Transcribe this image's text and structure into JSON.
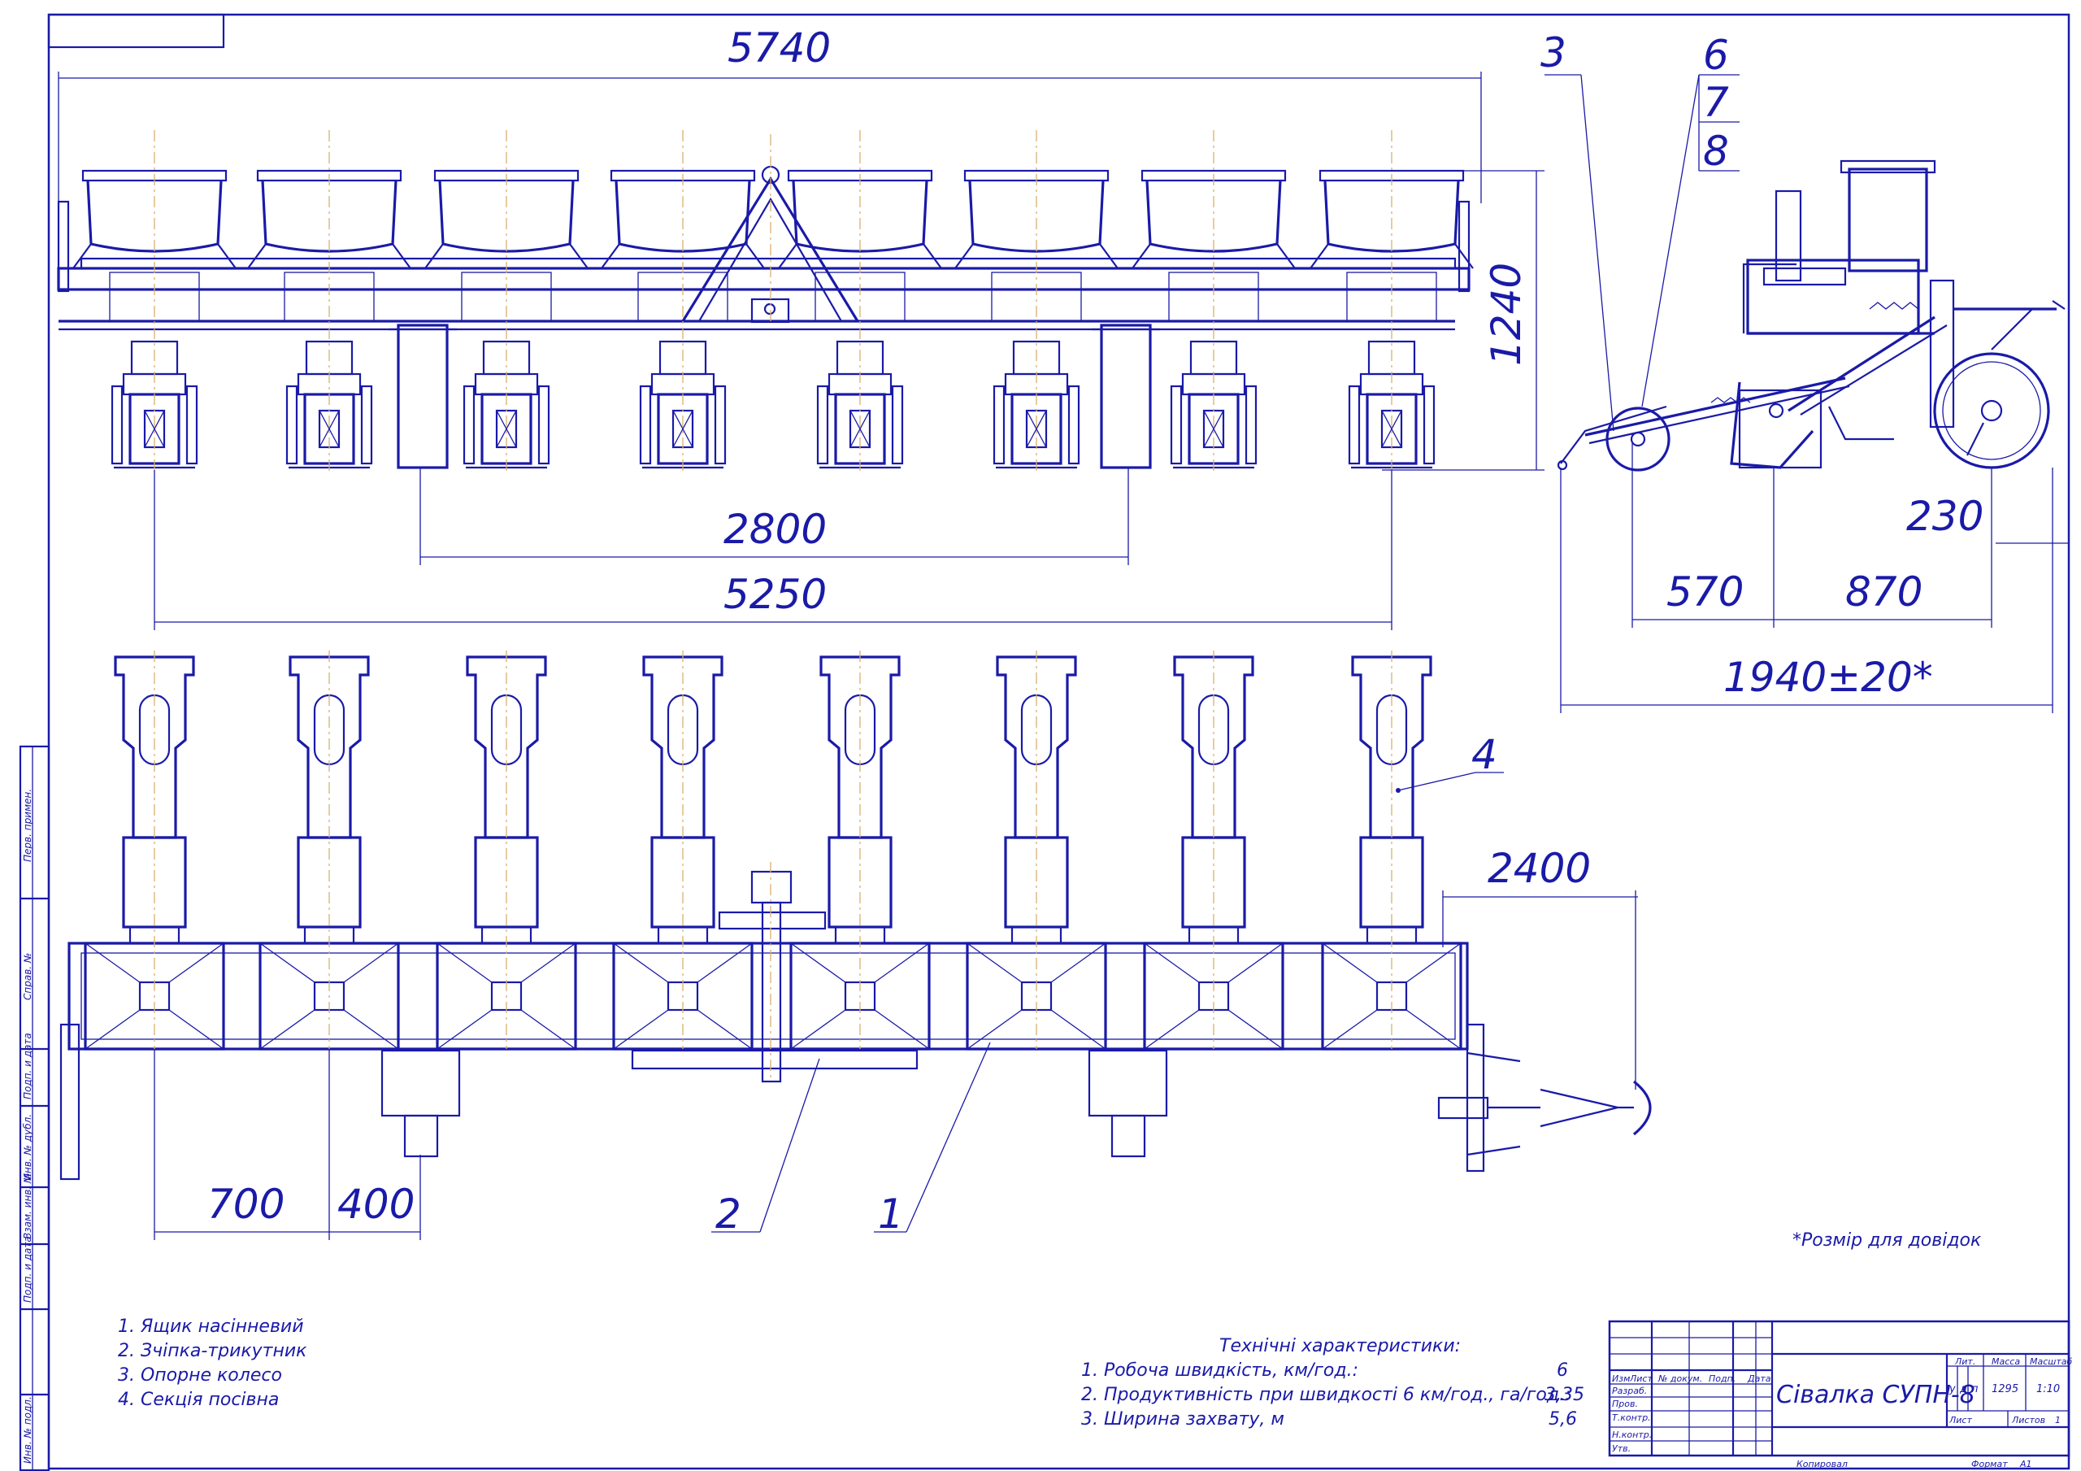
{
  "dimensions": {
    "d5740": "5740",
    "d1240": "1240",
    "d2800": "2800",
    "d5250": "5250",
    "d2400": "2400",
    "d700": "700",
    "d400": "400",
    "d230": "230",
    "d570": "570",
    "d870": "870",
    "d1940": "1940±20*"
  },
  "callouts": {
    "c1": "1",
    "c2": "2",
    "c3": "3",
    "c4": "4",
    "c6": "6",
    "c7": "7",
    "c8": "8"
  },
  "reference_note": "*Розмір для довідок",
  "parts_list": [
    "1. Ящик насінневий",
    "2. Зчіпка-трикутник",
    "3. Опорне колесо",
    "4. Секція посівна"
  ],
  "specs": {
    "title": "Технічні характеристики:",
    "rows": [
      {
        "label": "1. Робоча швидкість, км/год.:",
        "value": "6"
      },
      {
        "label": "2. Продуктивність при швидкості 6 км/год., га/год.:",
        "value": "3,35"
      },
      {
        "label": "3. Ширина захвату, м",
        "value": "5,6"
      }
    ]
  },
  "title_block": {
    "drawing_title": "Сівалка СУПН-8",
    "col_headers": [
      "Изм",
      "Лист",
      "№ докум.",
      "Подп.",
      "Дата"
    ],
    "row_labels": [
      "Разраб.",
      "Пров.",
      "Т.контр.",
      "Н.контр.",
      "Утв."
    ],
    "lit_label": "Лит.",
    "mass_label": "Масса",
    "scale_label": "Масштаб",
    "lit_values": [
      "у",
      "д",
      "п"
    ],
    "mass_value": "1295",
    "scale_value": "1:10",
    "sheet_label": "Лист",
    "sheets_label": "Листов",
    "sheets_value": "1",
    "copied_label": "Копировал",
    "format_label": "Формат",
    "format_value": "A1"
  },
  "side_stamp": [
    "Перв. примен.",
    "Справ. №",
    "Подп. и дата",
    "Инв. № дубл.",
    "Взам. инв. №",
    "Подп. и дата",
    "Инв. № подл."
  ]
}
